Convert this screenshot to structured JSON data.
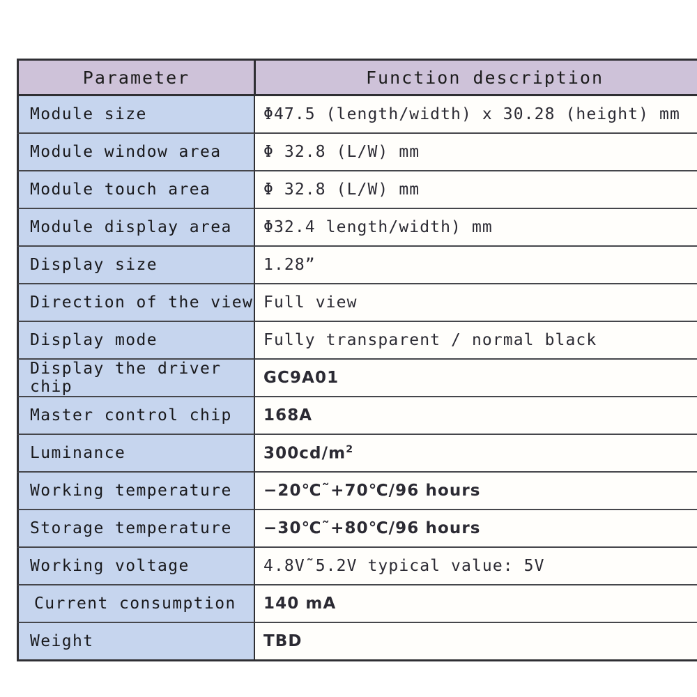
{
  "document": {
    "type": "specification-table",
    "title": "Module parameter / function description table"
  },
  "table": {
    "columns": [
      {
        "key": "parameter",
        "label": "Parameter"
      },
      {
        "key": "description",
        "label": "Function description"
      }
    ],
    "header_background": "#cec2d9",
    "parameter_cell_background": "#c6d5ee",
    "description_cell_background": "#fffefb",
    "border_color": "#2f2f33",
    "rows": [
      {
        "parameter": "Module size",
        "description": "Φ47.5 (length/width) x 30.28 (height) mm"
      },
      {
        "parameter": "Module window area",
        "description": "Φ 32.8 (L/W) mm"
      },
      {
        "parameter": "Module touch area",
        "description": "Φ 32.8 (L/W) mm"
      },
      {
        "parameter": "Module display area",
        "description": "Φ32.4 length/width) mm"
      },
      {
        "parameter": "Display size",
        "description": "1.28”"
      },
      {
        "parameter": "Direction of the view",
        "description": "Full view"
      },
      {
        "parameter": "Display mode",
        "description": "Fully transparent / normal black"
      },
      {
        "parameter": "Display the driver chip",
        "description": "GC9A01"
      },
      {
        "parameter": "Master control chip",
        "description": "168A"
      },
      {
        "parameter": "Luminance",
        "description_prefix": "300cd/m",
        "description_sup": "2",
        "description": "300cd/m²"
      },
      {
        "parameter": "Working temperature",
        "description": "−20℃˜+70℃/96 hours"
      },
      {
        "parameter": "Storage temperature",
        "description": "−30℃˜+80℃/96 hours"
      },
      {
        "parameter": "Working voltage",
        "description": "4.8V˜5.2V typical value: 5V"
      },
      {
        "parameter": "Current consumption",
        "description": "140 mA"
      },
      {
        "parameter": "Weight",
        "description": "TBD"
      }
    ]
  }
}
